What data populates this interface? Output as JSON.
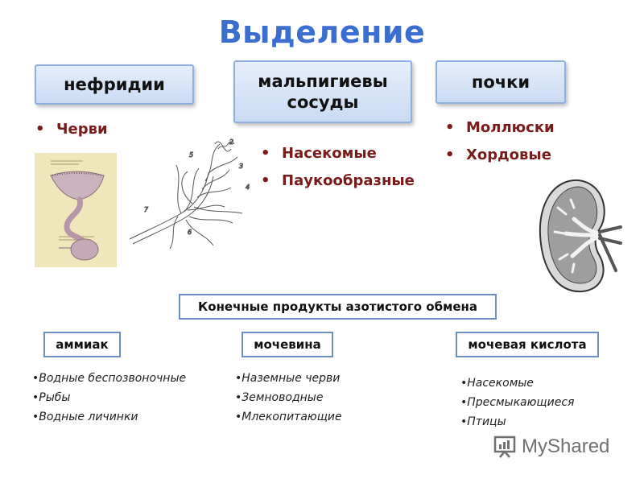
{
  "title": "Выделение",
  "organs": [
    {
      "label": "нефридии",
      "items": [
        "Черви"
      ]
    },
    {
      "label": "мальпигиевы сосуды",
      "items": [
        "Насекомые",
        "Паукообразные"
      ]
    },
    {
      "label": "почки",
      "items": [
        "Моллюски",
        "Хордовые"
      ]
    }
  ],
  "nitrogen": {
    "heading": "Конечные продукты азотистого обмена",
    "products": [
      {
        "label": "аммиак",
        "items": [
          "•Водные беспозвоночные",
          "•Рыбы",
          "•Водные личинки"
        ]
      },
      {
        "label": "мочевина",
        "items": [
          "•Наземные черви",
          "•Земноводные",
          "•Млекопитающие"
        ]
      },
      {
        "label": "мочевая кислота",
        "items": [
          "•Насекомые",
          "•Пресмыкающиеся",
          "•Птицы"
        ]
      }
    ]
  },
  "watermark": {
    "text": "MyShared",
    "icon": "presentation-board-icon"
  },
  "illustrations": [
    "nephridium-illustration",
    "malpighian-tubules-illustration",
    "kidney-illustration"
  ],
  "colors": {
    "title": "#3a6fd0",
    "bullets": "#7a1b1b",
    "box_border": "#8fb0de",
    "box_fill": "#d6e4f7"
  }
}
